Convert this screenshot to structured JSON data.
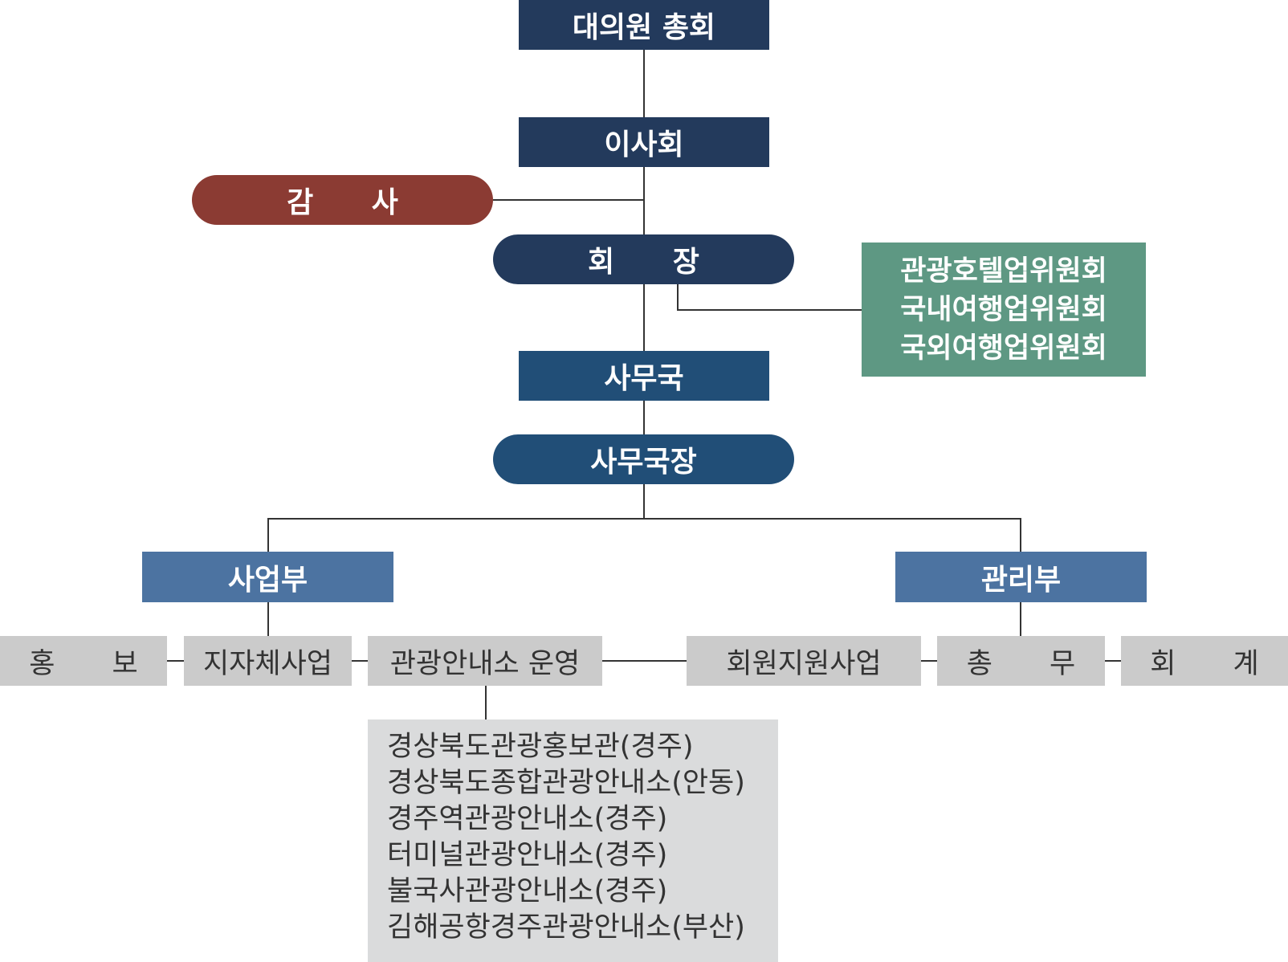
{
  "colors": {
    "navy": "#233a5c",
    "blue": "#214e77",
    "steel": "#4c73a1",
    "red": "#8b3b33",
    "green": "#5e9883",
    "grey": "#cbcbcb",
    "light_grey": "#dadbdc",
    "line": "#333333"
  },
  "org": {
    "general_assembly": "대의원 총회",
    "board": "이사회",
    "auditor": "감 사",
    "chairman": "회 장",
    "committees": [
      "관광호텔업위원회",
      "국내여행업위원회",
      "국외여행업위원회"
    ],
    "secretariat": "사무국",
    "secretary_general": "사무국장",
    "business_dept": "사업부",
    "management_dept": "관리부",
    "units": {
      "pr": "홍 보",
      "local_gov": "지자체사업",
      "info_center": "관광안내소 운영",
      "member_support": "회원지원사업",
      "general_affairs": "총 무",
      "accounting": "회 계"
    },
    "info_centers": [
      "경상북도관광홍보관(경주)",
      "경상북도종합관광안내소(안동)",
      "경주역관광안내소(경주)",
      "터미널관광안내소(경주)",
      "불국사관광안내소(경주)",
      "김해공항경주관광안내소(부산)"
    ]
  }
}
